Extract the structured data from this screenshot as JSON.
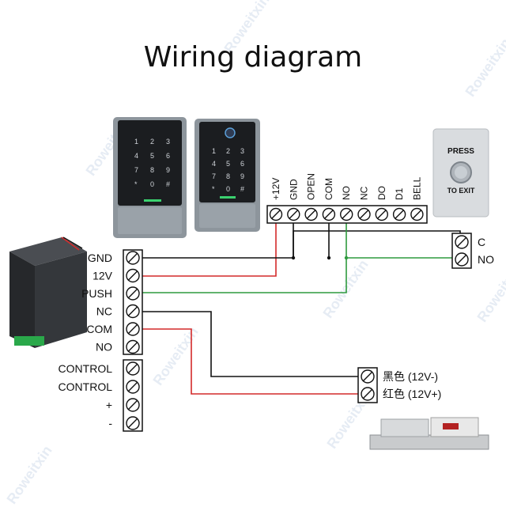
{
  "title": "Wiring diagram",
  "watermark": "Roweitxin",
  "top_terminal_labels": [
    "+12V",
    "GND",
    "OPEN",
    "COM",
    "NO",
    "NC",
    "DO",
    "D1",
    "BELL"
  ],
  "power_block_labels": [
    "GND",
    "12V",
    "PUSH",
    "NC",
    "COM",
    "NO"
  ],
  "control_block_labels": [
    "CONTROL",
    "CONTROL",
    "+",
    "-"
  ],
  "exit_button": {
    "text_top": "PRESS",
    "text_bottom": "TO EXIT",
    "terminals": [
      "C",
      "NO"
    ]
  },
  "lock_terminals": [
    "黑色  (12V-)",
    "红色  (12V+)"
  ],
  "wire_colors": {
    "red": "#d42a2a",
    "black": "#111111",
    "green": "#2e9a3e"
  }
}
